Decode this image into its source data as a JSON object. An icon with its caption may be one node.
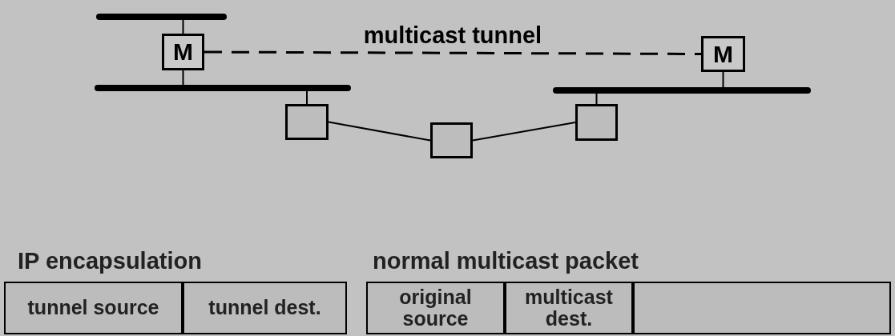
{
  "diagram": {
    "nodes": [
      {
        "text": [],
        "shape": "bar"
      },
      {
        "text": [
          "M"
        ]
      },
      {
        "text": [],
        "shape": "bar"
      },
      {
        "text": [
          "M"
        ]
      },
      {
        "text": [],
        "shape": "bar"
      },
      {
        "text": [],
        "shape": "box"
      },
      {
        "text": [],
        "shape": "box"
      },
      {
        "text": [],
        "shape": "box"
      },
      {
        "text": [
          "tunnel source"
        ]
      },
      {
        "text": [
          "tunnel dest."
        ]
      },
      {
        "text": [
          "original source"
        ]
      },
      {
        "text": [
          "multicast dest."
        ]
      },
      {
        "text": [],
        "shape": "box"
      }
    ],
    "edges": [
      {
        "from": 0,
        "to": 1,
        "arrow": "none"
      },
      {
        "from": 1,
        "to": 2,
        "arrow": "none"
      },
      {
        "from": 1,
        "to": 3,
        "arrow": "none",
        "label": "multicast tunnel",
        "style": "dashed"
      },
      {
        "from": 3,
        "to": 4,
        "arrow": "none"
      },
      {
        "from": 2,
        "to": 5,
        "arrow": "none"
      },
      {
        "from": 5,
        "to": 6,
        "arrow": "none"
      },
      {
        "from": 6,
        "to": 7,
        "arrow": "none"
      },
      {
        "from": 7,
        "to": 4,
        "arrow": "none"
      }
    ],
    "labels": [
      "IP encapsulation",
      "normal multicast packet"
    ]
  }
}
